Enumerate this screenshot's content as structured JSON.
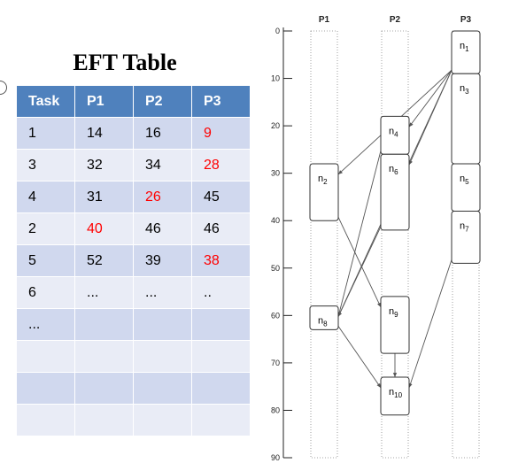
{
  "table": {
    "title": "EFT Table",
    "headers": [
      "Task",
      "P1",
      "P2",
      "P3"
    ],
    "rows": [
      {
        "cells": [
          "1",
          "14",
          "16",
          "9"
        ],
        "highlight": [
          3
        ]
      },
      {
        "cells": [
          "3",
          "32",
          "34",
          "28"
        ],
        "highlight": [
          3
        ]
      },
      {
        "cells": [
          "4",
          "31",
          "26",
          "45"
        ],
        "highlight": [
          2
        ]
      },
      {
        "cells": [
          "2",
          "40",
          "46",
          "46"
        ],
        "highlight": [
          1
        ]
      },
      {
        "cells": [
          "5",
          "52",
          "39",
          "38"
        ],
        "highlight": [
          3
        ]
      },
      {
        "cells": [
          "6",
          "...",
          "...",
          ".."
        ],
        "highlight": []
      },
      {
        "cells": [
          "...",
          "",
          "",
          ""
        ],
        "highlight": []
      },
      {
        "cells": [
          "",
          "",
          "",
          ""
        ],
        "highlight": []
      },
      {
        "cells": [
          "",
          "",
          "",
          ""
        ],
        "highlight": []
      },
      {
        "cells": [
          "",
          "",
          "",
          ""
        ],
        "highlight": []
      }
    ],
    "highlight_color": "#ff0000",
    "header_color": "#4f81bd"
  },
  "schedule": {
    "processors": [
      "P1",
      "P2",
      "P3"
    ],
    "axis_ticks": [
      0,
      10,
      20,
      30,
      40,
      50,
      60,
      70,
      80,
      90
    ],
    "time_range": [
      0,
      90
    ],
    "tasks": [
      {
        "id": "n1",
        "base": "n",
        "sub": "1",
        "proc": "P3",
        "start": 0,
        "end": 9
      },
      {
        "id": "n3",
        "base": "n",
        "sub": "3",
        "proc": "P3",
        "start": 9,
        "end": 28
      },
      {
        "id": "n5",
        "base": "n",
        "sub": "5",
        "proc": "P3",
        "start": 28,
        "end": 38
      },
      {
        "id": "n7",
        "base": "n",
        "sub": "7",
        "proc": "P3",
        "start": 38,
        "end": 49
      },
      {
        "id": "n4",
        "base": "n",
        "sub": "4",
        "proc": "P2",
        "start": 18,
        "end": 26
      },
      {
        "id": "n6",
        "base": "n",
        "sub": "6",
        "proc": "P2",
        "start": 26,
        "end": 42
      },
      {
        "id": "n9",
        "base": "n",
        "sub": "9",
        "proc": "P2",
        "start": 56,
        "end": 68
      },
      {
        "id": "n10",
        "base": "n",
        "sub": "10",
        "proc": "P2",
        "start": 73,
        "end": 81
      },
      {
        "id": "n2",
        "base": "n",
        "sub": "2",
        "proc": "P1",
        "start": 28,
        "end": 40
      },
      {
        "id": "n8",
        "base": "n",
        "sub": "8",
        "proc": "P1",
        "start": 58,
        "end": 63
      }
    ],
    "edges": [
      {
        "from": "n1",
        "to": "n2"
      },
      {
        "from": "n1",
        "to": "n4"
      },
      {
        "from": "n1",
        "to": "n6"
      },
      {
        "from": "n1",
        "to": "n8"
      },
      {
        "from": "n2",
        "to": "n9"
      },
      {
        "from": "n4",
        "to": "n8"
      },
      {
        "from": "n6",
        "to": "n8"
      },
      {
        "from": "n8",
        "to": "n10"
      },
      {
        "from": "n7",
        "to": "n10"
      },
      {
        "from": "n9",
        "to": "n10"
      }
    ]
  }
}
